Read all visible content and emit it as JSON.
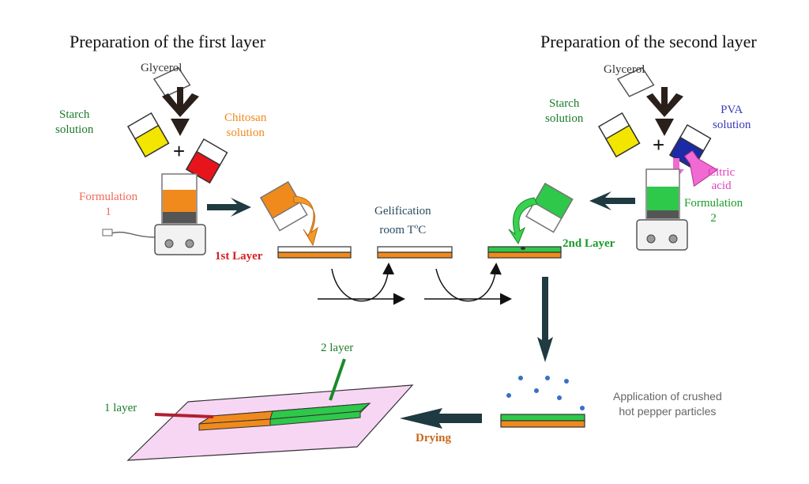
{
  "titles": {
    "left": "Preparation of the first layer",
    "right": "Preparation of the second layer"
  },
  "left": {
    "glycerol": "Glycerol",
    "starch_l1": "Starch",
    "starch_l2": "solution",
    "chitosan_l1": "Chitosan",
    "chitosan_l2": "solution",
    "formulation_l1": "Formulation",
    "formulation_l2": "1",
    "layer_label": "1st Layer"
  },
  "middle": {
    "gelification_l1": "Gelification",
    "gelification_l2": "room T",
    "degree": "o",
    "celsius": "C"
  },
  "right": {
    "glycerol": "Glycerol",
    "starch_l1": "Starch",
    "starch_l2": "solution",
    "pva_l1": "PVA",
    "pva_l2": "solution",
    "citric_l1": "Citric",
    "citric_l2": "acid",
    "formulation_l1": "Formulation",
    "formulation_l2": "2",
    "layer_label": "2nd Layer"
  },
  "bottom": {
    "application_l1": "Application of crushed",
    "application_l2": "hot pepper particles",
    "drying": "Drying",
    "label_1layer": "1 layer",
    "label_2layer": "2 layer"
  },
  "colors": {
    "starch_yellow": "#f2e600",
    "chitosan_red": "#e8141c",
    "pva_blue": "#1c2aa6",
    "formulation1_orange": "#f08a1c",
    "formulation2_green": "#2ec84a",
    "citric_pink": "#f06ad2",
    "arrow_dark": "#1f3a40",
    "film_pink": "#f7d6f4",
    "pepper_blue": "#3a6fc4"
  }
}
